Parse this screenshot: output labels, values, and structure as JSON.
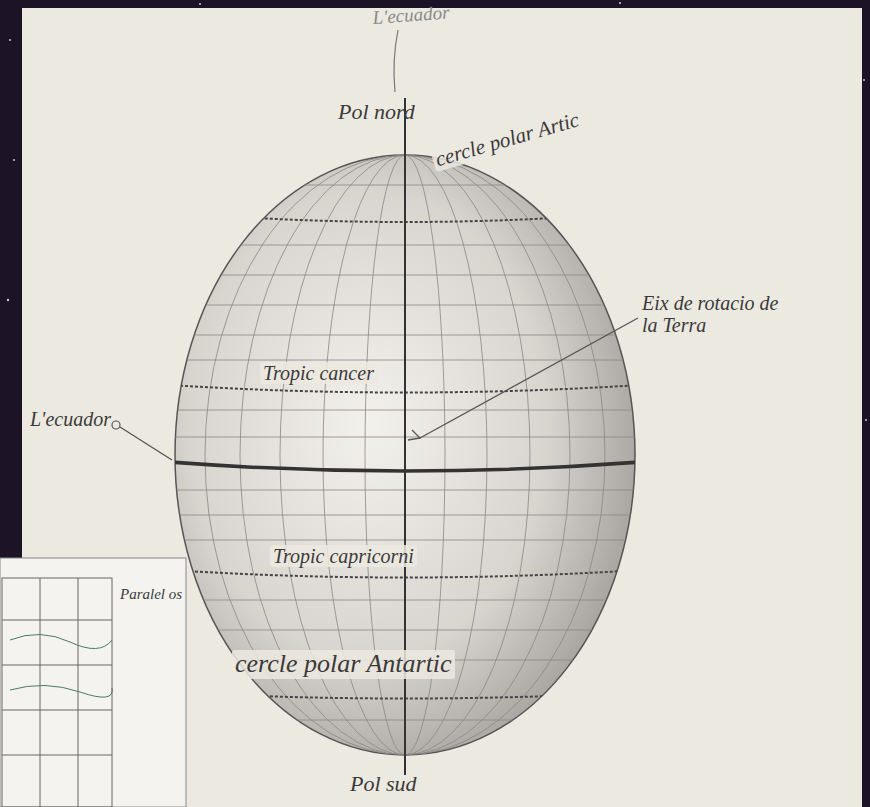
{
  "diagram": {
    "labels": [
      "L'ecuador",
      "Pol nord",
      "cercle polar Artic",
      "Eix de rotacio de la Terra",
      "Tropic cancer",
      "L'ecuador",
      "Tropic capricorni",
      "cercle polar Antartic",
      "Pol sud",
      "Paralel os"
    ]
  }
}
